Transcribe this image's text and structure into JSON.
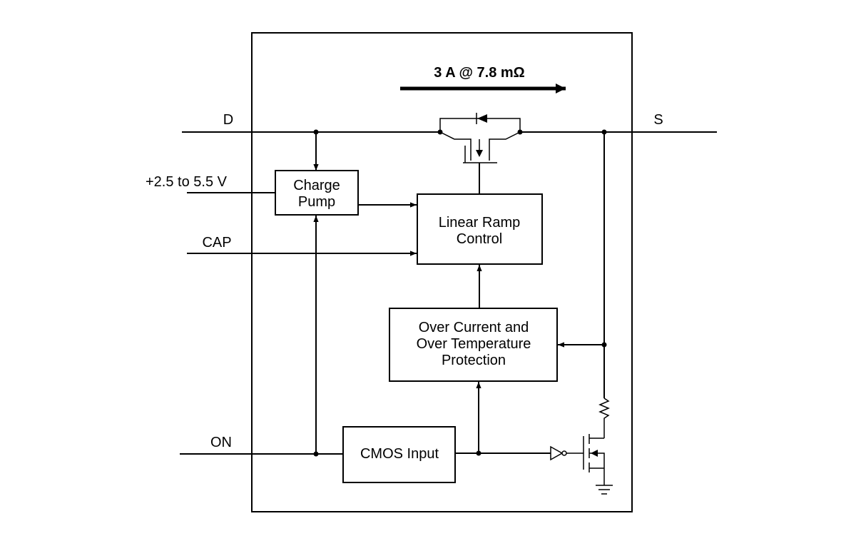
{
  "current_label": "3 A @ 7.8 mΩ",
  "pins": {
    "drain": "D",
    "source": "S",
    "supply": "+2.5 to 5.5 V",
    "cap": "CAP",
    "on": "ON"
  },
  "blocks": {
    "charge_pump": [
      "Charge",
      "Pump"
    ],
    "linear_ramp": [
      "Linear Ramp",
      "Control"
    ],
    "protection": [
      "Over Current and",
      "Over Temperature",
      "Protection"
    ],
    "cmos_input": "CMOS Input"
  }
}
